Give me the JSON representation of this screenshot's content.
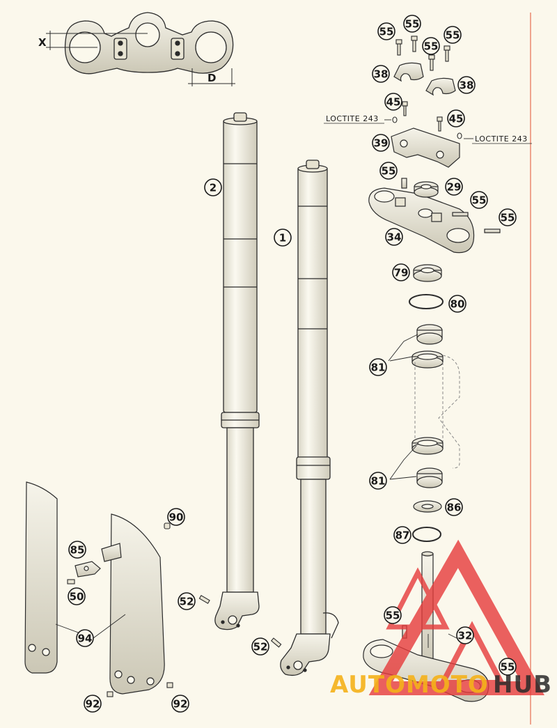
{
  "dimensions": {
    "x": "X",
    "d": "D"
  },
  "loctite": [
    "LOCTITE 243",
    "LOCTITE 243"
  ],
  "callouts": {
    "c55a": "55",
    "c55b": "55",
    "c55c": "55",
    "c55d": "55",
    "c38a": "38",
    "c38b": "38",
    "c45a": "45",
    "c45b": "45",
    "c39": "39",
    "c55e": "55",
    "c29": "29",
    "c55f": "55",
    "c55g": "55",
    "c34": "34",
    "c79": "79",
    "c80": "80",
    "c81a": "81",
    "c81b": "81",
    "c86": "86",
    "c87": "87",
    "c2": "2",
    "c1": "1",
    "c90": "90",
    "c85": "85",
    "c50": "50",
    "c52a": "52",
    "c52b": "52",
    "c94": "94",
    "c92a": "92",
    "c92b": "92",
    "c55h": "55",
    "c32": "32",
    "c55i": "55"
  },
  "watermark": {
    "part1": "AUTOMOTO",
    "part2": "HUB",
    "color1": "#f5b21a",
    "color2": "#2a2a2a",
    "logo_color": "#e63b3b"
  },
  "colors": {
    "line": "#2b2b2b",
    "part_fill": "#f3f0e2",
    "shadow": "#d7d3c2",
    "edge": "#e05030"
  }
}
